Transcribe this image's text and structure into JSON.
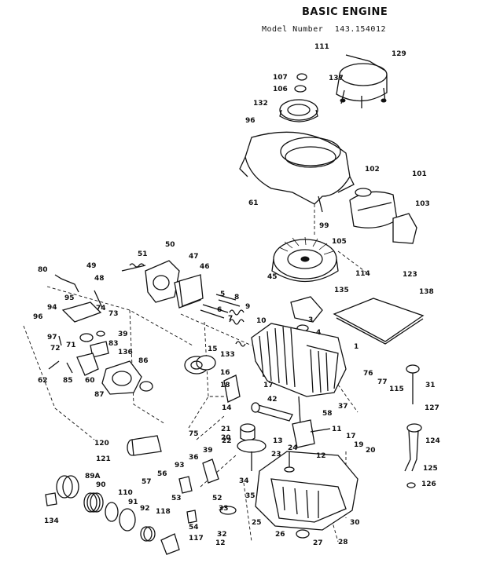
{
  "header": {
    "title": "BASIC ENGINE",
    "model_label": "Model Number",
    "model_number": "143.154012"
  },
  "parts": [
    {
      "id": "111"
    },
    {
      "id": "129"
    },
    {
      "id": "107"
    },
    {
      "id": "137"
    },
    {
      "id": "106"
    },
    {
      "id": "132"
    },
    {
      "id": "96"
    },
    {
      "id": "102"
    },
    {
      "id": "101"
    },
    {
      "id": "103"
    },
    {
      "id": "61"
    },
    {
      "id": "99"
    },
    {
      "id": "105"
    },
    {
      "id": "114"
    },
    {
      "id": "123"
    },
    {
      "id": "50"
    },
    {
      "id": "51"
    },
    {
      "id": "47"
    },
    {
      "id": "49"
    },
    {
      "id": "48"
    },
    {
      "id": "46"
    },
    {
      "id": "80"
    },
    {
      "id": "45"
    },
    {
      "id": "135"
    },
    {
      "id": "95"
    },
    {
      "id": "74"
    },
    {
      "id": "73"
    },
    {
      "id": "94"
    },
    {
      "id": "96"
    },
    {
      "id": "97"
    },
    {
      "id": "72"
    },
    {
      "id": "71"
    },
    {
      "id": "39"
    },
    {
      "id": "83"
    },
    {
      "id": "138"
    },
    {
      "id": "5"
    },
    {
      "id": "8"
    },
    {
      "id": "6"
    },
    {
      "id": "9"
    },
    {
      "id": "10"
    },
    {
      "id": "7"
    },
    {
      "id": "3"
    },
    {
      "id": "4"
    },
    {
      "id": "15"
    },
    {
      "id": "133"
    },
    {
      "id": "1"
    },
    {
      "id": "62"
    },
    {
      "id": "85"
    },
    {
      "id": "60"
    },
    {
      "id": "136"
    },
    {
      "id": "86"
    },
    {
      "id": "87"
    },
    {
      "id": "14"
    },
    {
      "id": "16"
    },
    {
      "id": "18"
    },
    {
      "id": "76"
    },
    {
      "id": "77"
    },
    {
      "id": "115"
    },
    {
      "id": "31"
    },
    {
      "id": "17"
    },
    {
      "id": "42"
    },
    {
      "id": "58"
    },
    {
      "id": "37"
    },
    {
      "id": "127"
    },
    {
      "id": "75"
    },
    {
      "id": "21"
    },
    {
      "id": "20"
    },
    {
      "id": "11"
    },
    {
      "id": "13"
    },
    {
      "id": "22"
    },
    {
      "id": "120"
    },
    {
      "id": "39"
    },
    {
      "id": "36"
    },
    {
      "id": "24"
    },
    {
      "id": "17"
    },
    {
      "id": "19"
    },
    {
      "id": "20"
    },
    {
      "id": "124"
    },
    {
      "id": "121"
    },
    {
      "id": "93"
    },
    {
      "id": "23"
    },
    {
      "id": "12"
    },
    {
      "id": "125"
    },
    {
      "id": "89A"
    },
    {
      "id": "90"
    },
    {
      "id": "57"
    },
    {
      "id": "56"
    },
    {
      "id": "34"
    },
    {
      "id": "35"
    },
    {
      "id": "126"
    },
    {
      "id": "110"
    },
    {
      "id": "53"
    },
    {
      "id": "52"
    },
    {
      "id": "91"
    },
    {
      "id": "33"
    },
    {
      "id": "92"
    },
    {
      "id": "134"
    },
    {
      "id": "118"
    },
    {
      "id": "54"
    },
    {
      "id": "25"
    },
    {
      "id": "30"
    },
    {
      "id": "32"
    },
    {
      "id": "117"
    },
    {
      "id": "26"
    },
    {
      "id": "12"
    },
    {
      "id": "27"
    },
    {
      "id": "28"
    }
  ]
}
